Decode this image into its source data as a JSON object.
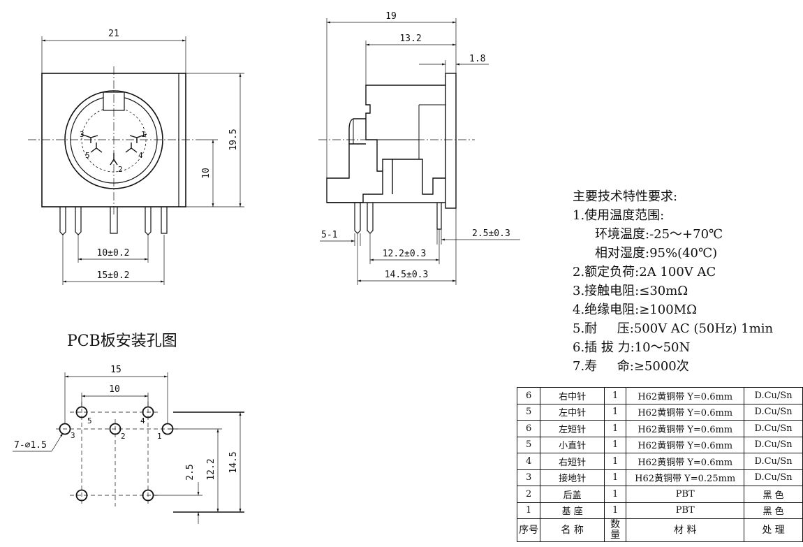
{
  "front_view": {
    "dim_width": "21",
    "dim_height": "19.5",
    "dim_center": "10",
    "dim_pin_10": "10±0.2",
    "dim_pin_15": "15±0.2",
    "pins": [
      "1",
      "2",
      "3",
      "4",
      "5"
    ]
  },
  "side_view": {
    "dim_total": "19",
    "dim_body": "13.2",
    "dim_flange": "1.8",
    "dim_left": "5-1",
    "dim_right": "2.5±0.3",
    "dim_12_2": "12.2±0.3",
    "dim_14_5": "14.5±0.3"
  },
  "specs": {
    "title": "主要技术特性要求:",
    "lines": [
      "1.使用温度范围:",
      "环境温度:-25～+70℃",
      "相对湿度:95%(40℃)",
      "2.额定负荷:2A 100V AC",
      "3.接触电阻:≤30mΩ",
      "4.绝缘电阻:≥100MΩ",
      "5.耐     压:500V AC (50Hz) 1min",
      "6.插 拔 力:10～50N",
      "7.寿     命:≥5000次"
    ]
  },
  "pcb": {
    "title": "PCB板安装孔图",
    "dim_15": "15",
    "dim_10": "10",
    "dim_hole": "7-⌀1.5",
    "dim_2_5": "2.5",
    "dim_12_2": "12.2",
    "dim_14_5": "14.5",
    "hole_labels": [
      "5",
      "4",
      "3",
      "2",
      "1"
    ]
  },
  "bom": {
    "rows": [
      [
        "6",
        "右中针",
        "1",
        "H62黄铜带 Y=0.6mm",
        "D.Cu/Sn"
      ],
      [
        "5",
        "左中针",
        "1",
        "H62黄铜带 Y=0.6mm",
        "D.Cu/Sn"
      ],
      [
        "6",
        "左短针",
        "1",
        "H62黄铜带 Y=0.6mm",
        "D.Cu/Sn"
      ],
      [
        "5",
        "小直针",
        "1",
        "H62黄铜带 Y=0.6mm",
        "D.Cu/Sn"
      ],
      [
        "4",
        "右短针",
        "1",
        "H62黄铜带 Y=0.6mm",
        "D.Cu/Sn"
      ],
      [
        "3",
        "接地针",
        "1",
        "H62黄铜带 Y=0.25mm",
        "D.Cu/Sn"
      ],
      [
        "2",
        "后盖",
        "1",
        "PBT",
        "黑 色"
      ],
      [
        "1",
        "基 座",
        "1",
        "PBT",
        "黑 色"
      ]
    ],
    "header": [
      "序号",
      "名 称",
      "数量",
      "材  料",
      "处  理"
    ]
  }
}
